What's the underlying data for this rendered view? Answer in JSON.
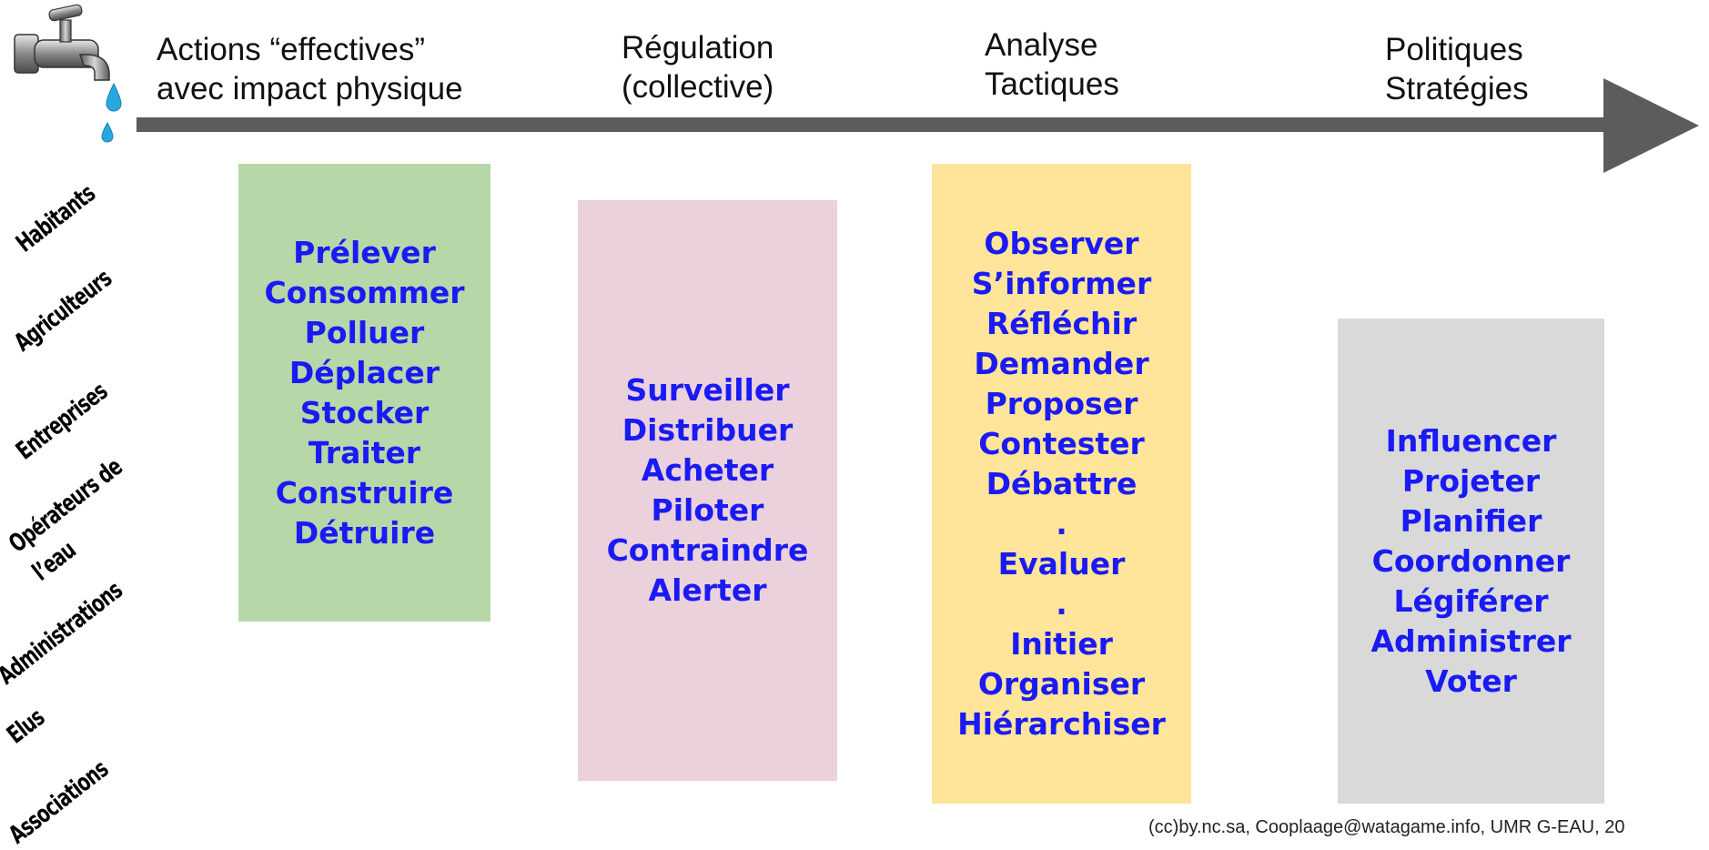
{
  "header": {
    "col1": [
      "Actions “effectives”",
      "avec impact physique"
    ],
    "col2": [
      "Régulation",
      "(collective)"
    ],
    "col3": [
      "Analyse",
      "Tactiques"
    ],
    "col4": [
      "Politiques",
      "Stratégies"
    ]
  },
  "actors": [
    "Habitants",
    "Agriculteurs",
    "Entreprises",
    "Opérateurs de",
    "l’eau",
    "Administrations",
    "Elus",
    "Associations"
  ],
  "boxes": [
    {
      "color": "#b7d7a8",
      "items": [
        "Prélever",
        "Consommer",
        "Polluer",
        "Déplacer",
        "Stocker",
        "Traiter",
        "Construire",
        "Détruire"
      ]
    },
    {
      "color": "#ead1dc",
      "items": [
        "Surveiller",
        "Distribuer",
        "Acheter",
        "Piloter",
        "Contraindre",
        "Alerter"
      ]
    },
    {
      "color": "#ffe599",
      "items": [
        "Observer",
        "S’informer",
        "Réfléchir",
        "Demander",
        "Proposer",
        "Contester",
        "Débattre",
        ".",
        "Evaluer",
        ".",
        "Initier",
        "Organiser",
        "Hiérarchiser"
      ]
    },
    {
      "color": "#d9d9d9",
      "items": [
        "Influencer",
        "Projeter",
        "Planifier",
        "Coordonner",
        "Légiférer",
        "Administrer",
        "Voter"
      ]
    }
  ],
  "colors": {
    "verb_text": "#1a1af5",
    "arrow": "#5c5c5c",
    "water_drop": "#29a8e0"
  },
  "icons": {
    "faucet": "faucet-icon"
  },
  "footer": "(cc)by.nc.sa, Cooplaage@watagame.info, UMR G-EAU, 20"
}
